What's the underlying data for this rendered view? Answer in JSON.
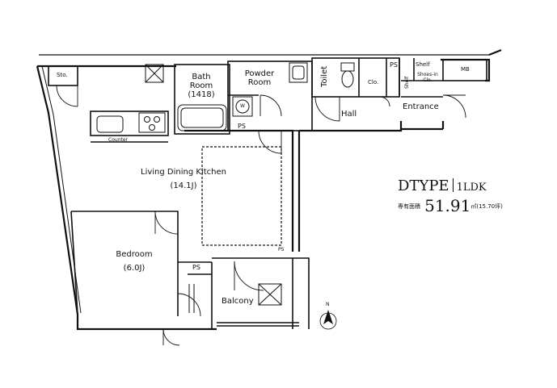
{
  "rooms": {
    "sto": "Sto.",
    "bath": [
      "Bath",
      "Room",
      "(1418)"
    ],
    "powder": [
      "Powder",
      "Room"
    ],
    "toilet": "Toilet",
    "clo": "Clo.",
    "shelf_top": "Shelf",
    "shelf_side": "Shelf",
    "shoes": [
      "Shoes-in",
      "Clo."
    ],
    "mb": "MB",
    "hall": "Hall",
    "entrance": "Entrance",
    "ldk": [
      "Living Dining Kitchen",
      "(14.1J)"
    ],
    "bedroom": [
      "Bedroom",
      "(6.0J)"
    ],
    "balcony": "Balcony",
    "counter": "Counter",
    "ps": "PS",
    "washer": "W"
  },
  "unit": {
    "type": "DTYPE",
    "layout": "1LDK",
    "area_label": "専有面積",
    "area_value": "51.91",
    "area_unit": "㎡",
    "area_tsubo": "(15.70坪)"
  },
  "compass": {
    "north": "N"
  }
}
